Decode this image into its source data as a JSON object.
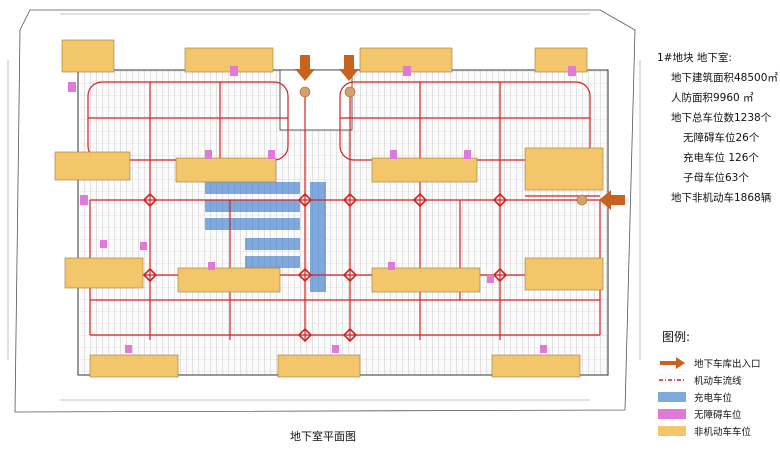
{
  "caption": "地下室平面图",
  "info": {
    "lines": [
      "1#地块 地下室:",
      "地下建筑面积48500㎡",
      "人防面积9960 ㎡",
      "地下总车位数1238个",
      "无障碍车位26个",
      "充电车位 126个",
      "子母车位63个",
      "地下非机动车1868辆"
    ]
  },
  "legend": {
    "title": "图例:",
    "items": [
      {
        "label": "地下车库出入口",
        "icon": "entrance-arrow-icon"
      },
      {
        "label": "机动车流线",
        "icon": "traffic-flow-line-icon"
      },
      {
        "label": "充电车位",
        "icon": "charging-space-swatch",
        "color": "#7fa9dc"
      },
      {
        "label": "无障碍车位",
        "icon": "accessible-space-swatch",
        "color": "#e07ad8"
      },
      {
        "label": "非机动车车位",
        "icon": "bicycle-space-swatch",
        "color": "#f3c66b"
      }
    ]
  },
  "colors": {
    "route": "#d22222",
    "building": "#f3c66b",
    "charging": "#7fa9dc",
    "accessible": "#e07ad8",
    "entrance": "#c8621e"
  }
}
